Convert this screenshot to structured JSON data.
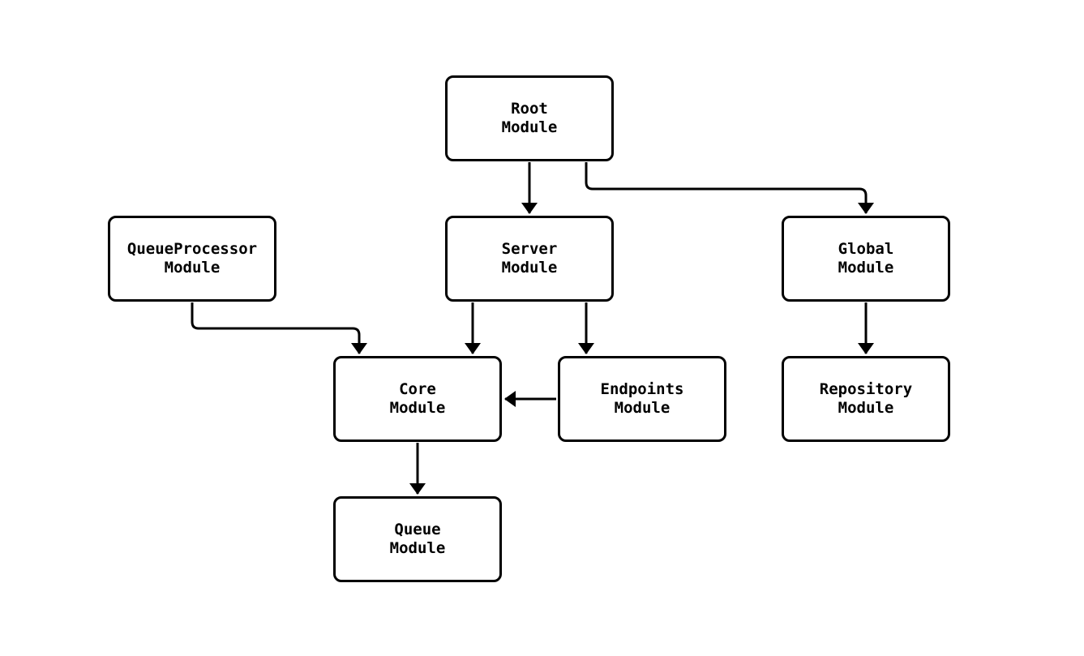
{
  "diagram": {
    "type": "flowchart",
    "direction": "top-down",
    "colors": {
      "background": "#ffffff",
      "node_fill": "#ffffff",
      "stroke": "#000000",
      "text": "#000000"
    },
    "nodes": [
      {
        "id": "root",
        "label": "Root\nModule"
      },
      {
        "id": "queueprocessor",
        "label": "QueueProcessor\nModule"
      },
      {
        "id": "server",
        "label": "Server\nModule"
      },
      {
        "id": "global",
        "label": "Global\nModule"
      },
      {
        "id": "core",
        "label": "Core\nModule"
      },
      {
        "id": "endpoints",
        "label": "Endpoints\nModule"
      },
      {
        "id": "repository",
        "label": "Repository\nModule"
      },
      {
        "id": "queue",
        "label": "Queue\nModule"
      }
    ],
    "edges": [
      {
        "from": "Root Module",
        "to": "Server Module"
      },
      {
        "from": "Root Module",
        "to": "Global Module"
      },
      {
        "from": "QueueProcessor Module",
        "to": "Core Module"
      },
      {
        "from": "Server Module",
        "to": "Core Module"
      },
      {
        "from": "Server Module",
        "to": "Endpoints Module"
      },
      {
        "from": "Endpoints Module",
        "to": "Core Module"
      },
      {
        "from": "Global Module",
        "to": "Repository Module"
      },
      {
        "from": "Core Module",
        "to": "Queue Module"
      }
    ]
  }
}
